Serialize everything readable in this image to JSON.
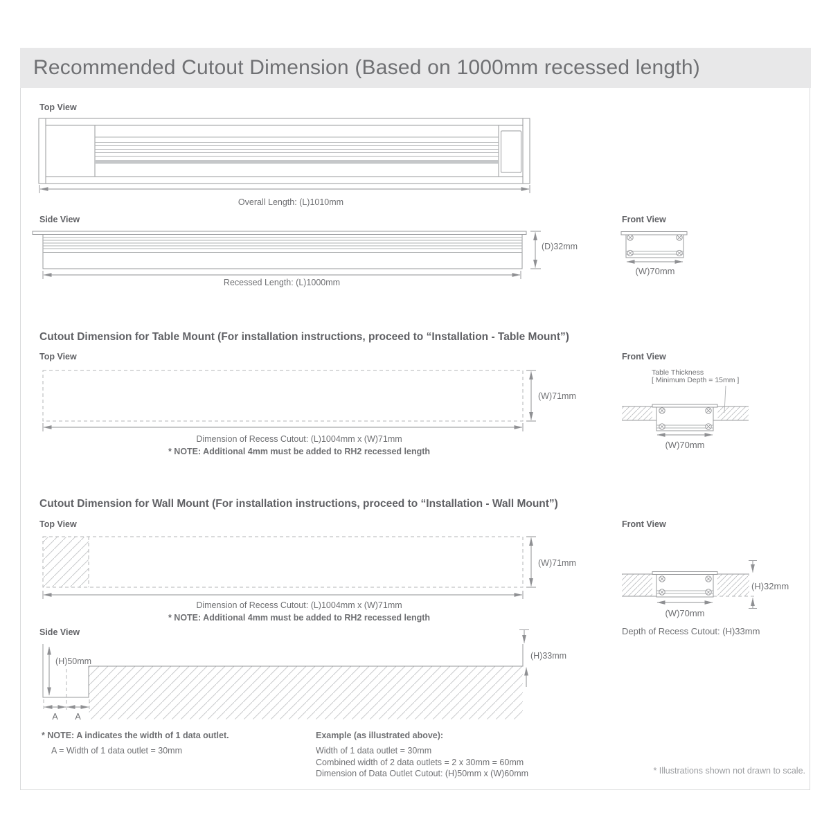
{
  "title": "Recommended Cutout Dimension (Based on 1000mm recessed length)",
  "overview": {
    "top_view_label": "Top View",
    "side_view_label": "Side View",
    "front_view_label": "Front View",
    "overall_length": "Overall Length: (L)1010mm",
    "recessed_length": "Recessed Length: (L)1000mm",
    "depth": "(D)32mm",
    "front_width": "(W)70mm"
  },
  "table_mount": {
    "heading": "Cutout Dimension for Table Mount (For installation instructions, proceed to “Installation - Table Mount”)",
    "top_view_label": "Top View",
    "front_view_label": "Front View",
    "cutout_width": "(W)71mm",
    "dimension_caption": "Dimension of Recess Cutout: (L)1004mm x (W)71mm",
    "note": "* NOTE: Additional 4mm must be added to RH2 recessed length",
    "table_thickness_line1": "Table Thickness",
    "table_thickness_line2": "[ Minimum Depth = 15mm ]",
    "front_width": "(W)70mm"
  },
  "wall_mount": {
    "heading": "Cutout Dimension for Wall Mount (For installation instructions, proceed to “Installation - Wall Mount”)",
    "top_view_label": "Top View",
    "front_view_label": "Front View",
    "side_view_label": "Side View",
    "cutout_width": "(W)71mm",
    "dimension_caption": "Dimension of Recess Cutout: (L)1004mm x (W)71mm",
    "note": "* NOTE: Additional 4mm must be added to RH2 recessed length",
    "front_height": "(H)32mm",
    "front_width": "(W)70mm",
    "depth_caption": "Depth of Recess Cutout: (H)33mm",
    "side_height_outlet": "(H)50mm",
    "side_height_recess": "(H)33mm",
    "outlet_width_label_1": "A",
    "outlet_width_label_2": "A"
  },
  "footnotes": {
    "note_a": "* NOTE: A indicates the width of 1 data outlet.",
    "note_a_detail": "A = Width of 1 data outlet = 30mm",
    "example_heading": "Example (as illustrated above):",
    "example_line1": "Width of 1 data outlet = 30mm",
    "example_line2": "Combined width of 2 data outlets = 2 x 30mm = 60mm",
    "example_line3": "Dimension of Data Outlet Cutout: (H)50mm x (W)60mm",
    "scale_note": "* Illustrations shown not drawn to scale."
  },
  "colors": {
    "header_bg": "#e8e8e9",
    "text": "#6e6f72",
    "line": "#97989b",
    "light_note": "#9b9da0"
  }
}
